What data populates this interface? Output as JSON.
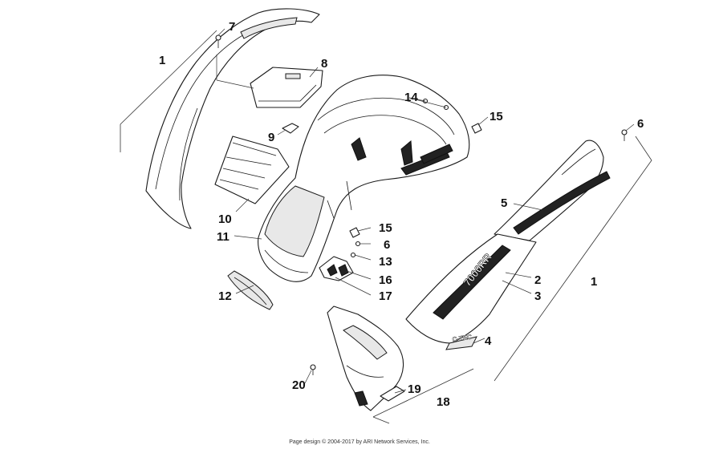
{
  "callouts": {
    "c1a": "1",
    "c1b": "1",
    "c2": "2",
    "c3": "3",
    "c4": "4",
    "c5": "5",
    "c6a": "6",
    "c6b": "6",
    "c7": "7",
    "c8": "8",
    "c9": "9",
    "c10": "10",
    "c11": "11",
    "c12": "12",
    "c13": "13",
    "c14": "14",
    "c15a": "15",
    "c15b": "15",
    "c16": "16",
    "c17": "17",
    "c18": "18",
    "c19": "19",
    "c20": "20"
  },
  "decals": {
    "model_text": "7000RR",
    "brand_text": "C-TEC"
  },
  "footer": {
    "copyright": "Page design © 2004-2017 by ARI Network Services, Inc."
  }
}
